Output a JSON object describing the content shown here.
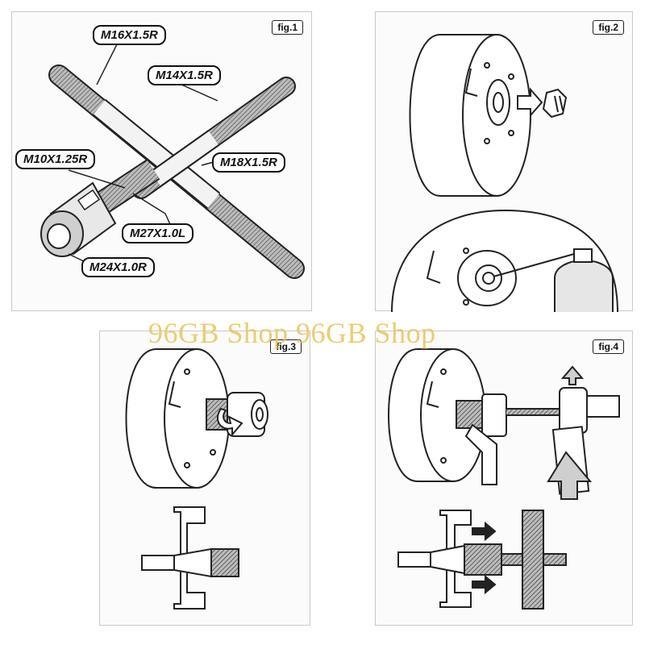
{
  "figures": {
    "fig1": {
      "label": "fig.1",
      "thread_labels": [
        "M16X1.5R",
        "M14X1.5R",
        "M10X1.25R",
        "M18X1.5R",
        "M27X1.0L",
        "M24X1.0R"
      ]
    },
    "fig2": {
      "label": "fig.2"
    },
    "fig3": {
      "label": "fig.3"
    },
    "fig4": {
      "label": "fig.4"
    }
  },
  "watermark": "96GB Shop 96GB Shop"
}
